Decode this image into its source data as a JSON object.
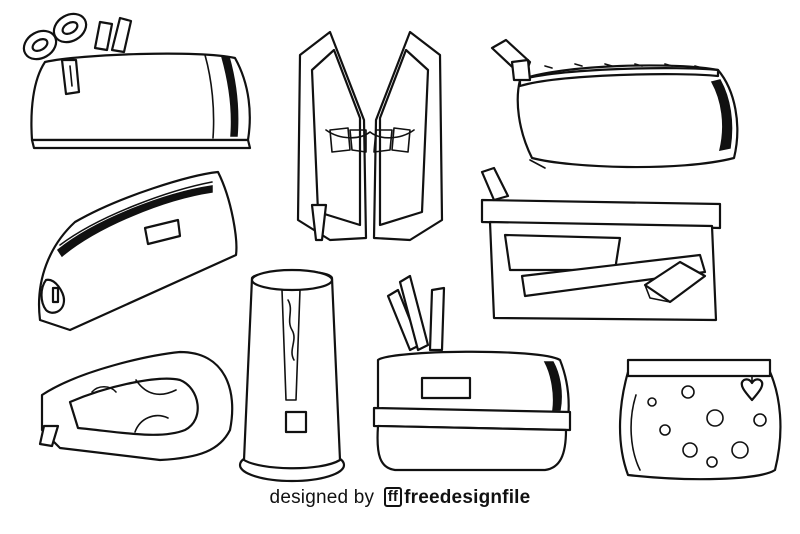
{
  "credit": {
    "designed_by": "designed by",
    "logo_mark": "ff",
    "brand": "freedesignfile"
  },
  "colors": {
    "ink": "#111111",
    "paper": "#ffffff"
  },
  "illustrations": [
    "pencil-case-with-scissors",
    "open-standing-pencil-case",
    "zipper-pouch-dark-side",
    "wedge-pencil-case",
    "clear-pouch-with-ruler-eraser",
    "u-shaped-pencil-case",
    "cylinder-pencil-case",
    "box-case-with-pencils",
    "polka-dot-pouch-heart-charm"
  ]
}
